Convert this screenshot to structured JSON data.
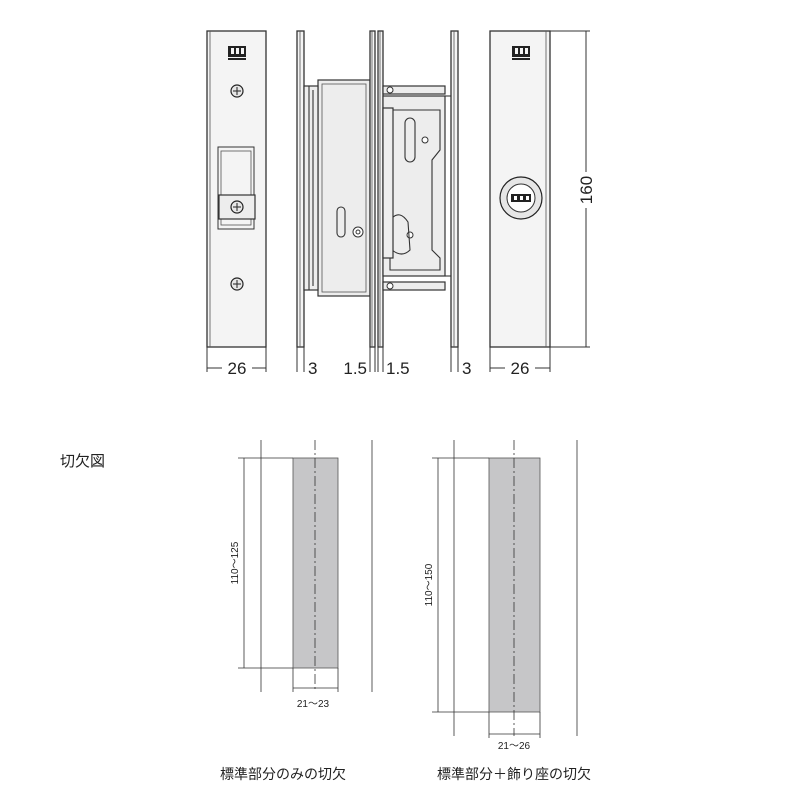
{
  "top_view": {
    "dimensions": {
      "left_plate_width": "26",
      "left_body_gap": "3",
      "center_left": "1.5",
      "center_right": "1.5",
      "right_body_gap": "3",
      "right_plate_width": "26",
      "height": "160"
    }
  },
  "cutout": {
    "title": "切欠図",
    "standard": {
      "height_range": "110～125",
      "width_range": "21～23",
      "caption": "標準部分のみの切欠"
    },
    "with_trim": {
      "height_range": "110～150",
      "width_range": "21～26",
      "caption": "標準部分＋飾り座の切欠"
    }
  },
  "colors": {
    "line": "#333333",
    "cut_area": "#c6c6c8",
    "plate_fill": "#f4f4f4"
  }
}
